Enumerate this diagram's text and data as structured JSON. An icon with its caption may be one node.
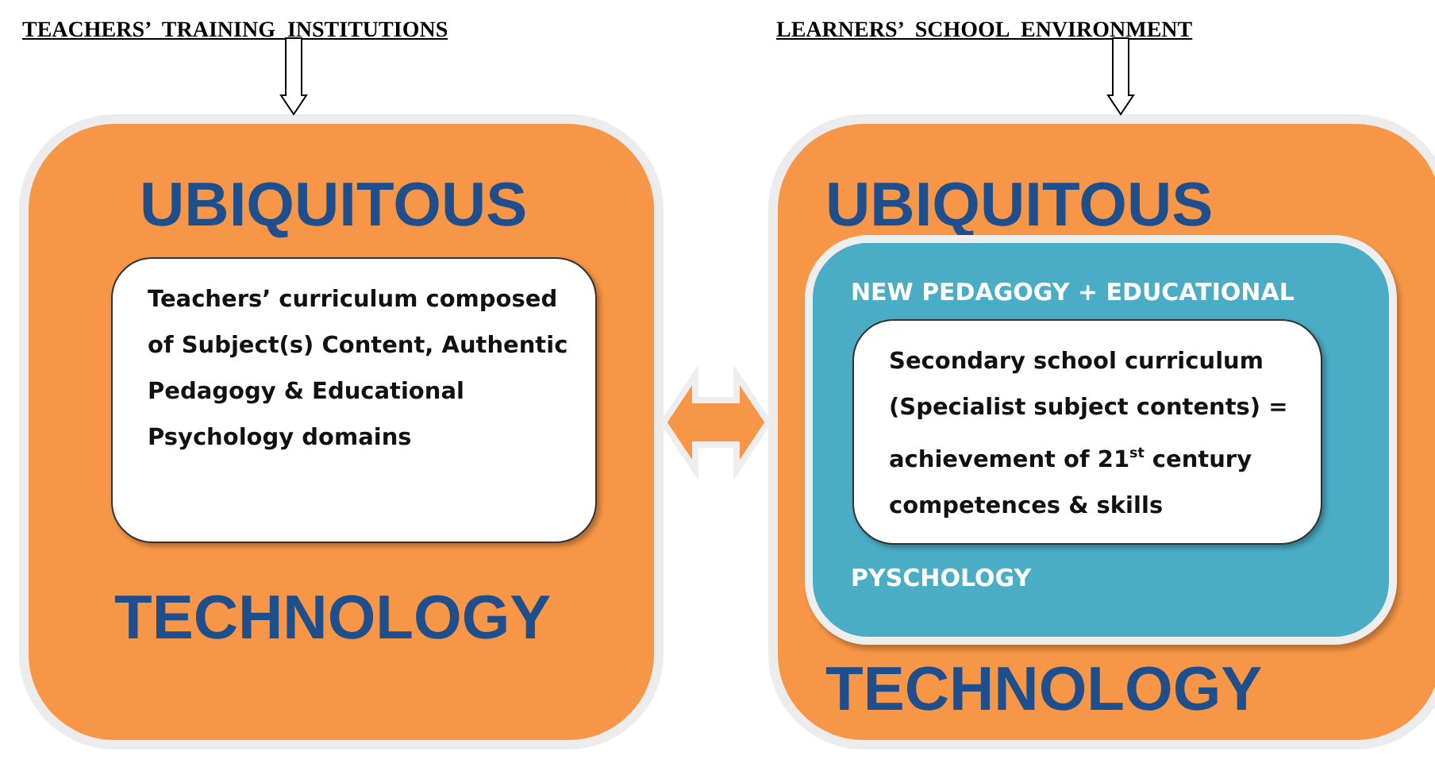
{
  "diagram": {
    "nodes": [
      {
        "text": [
          "TEACHERS’ TRAINING INSTITUTIONS"
        ]
      },
      {
        "text": [
          "UBIQUITOUS",
          "TECHNOLOGY"
        ]
      },
      {
        "text": [
          "Teachers’ curriculum composed of Subject(s) Content, Authentic Pedagogy & Educational Psychology domains"
        ],
        "in": 1
      },
      {
        "text": [
          "LEARNERS’ SCHOOL ENVIRONMENT"
        ]
      },
      {
        "text": [
          "UBIQUITOUS",
          "TECHNOLOGY"
        ]
      },
      {
        "text": [
          "NEW PEDAGOGY + EDUCATIONAL",
          "PYSCHOLOGY"
        ],
        "in": 4
      },
      {
        "text": [
          "Secondary school curriculum (Specialist subject contents) = achievement of 21$^{st}$ century competences & skills"
        ],
        "in": 5
      }
    ],
    "edges": [
      {
        "from": 0,
        "to": 1,
        "arrow": "to"
      },
      {
        "from": 3,
        "to": 4,
        "arrow": "to"
      },
      {
        "from": 1,
        "to": 4,
        "arrow": "both"
      }
    ]
  }
}
